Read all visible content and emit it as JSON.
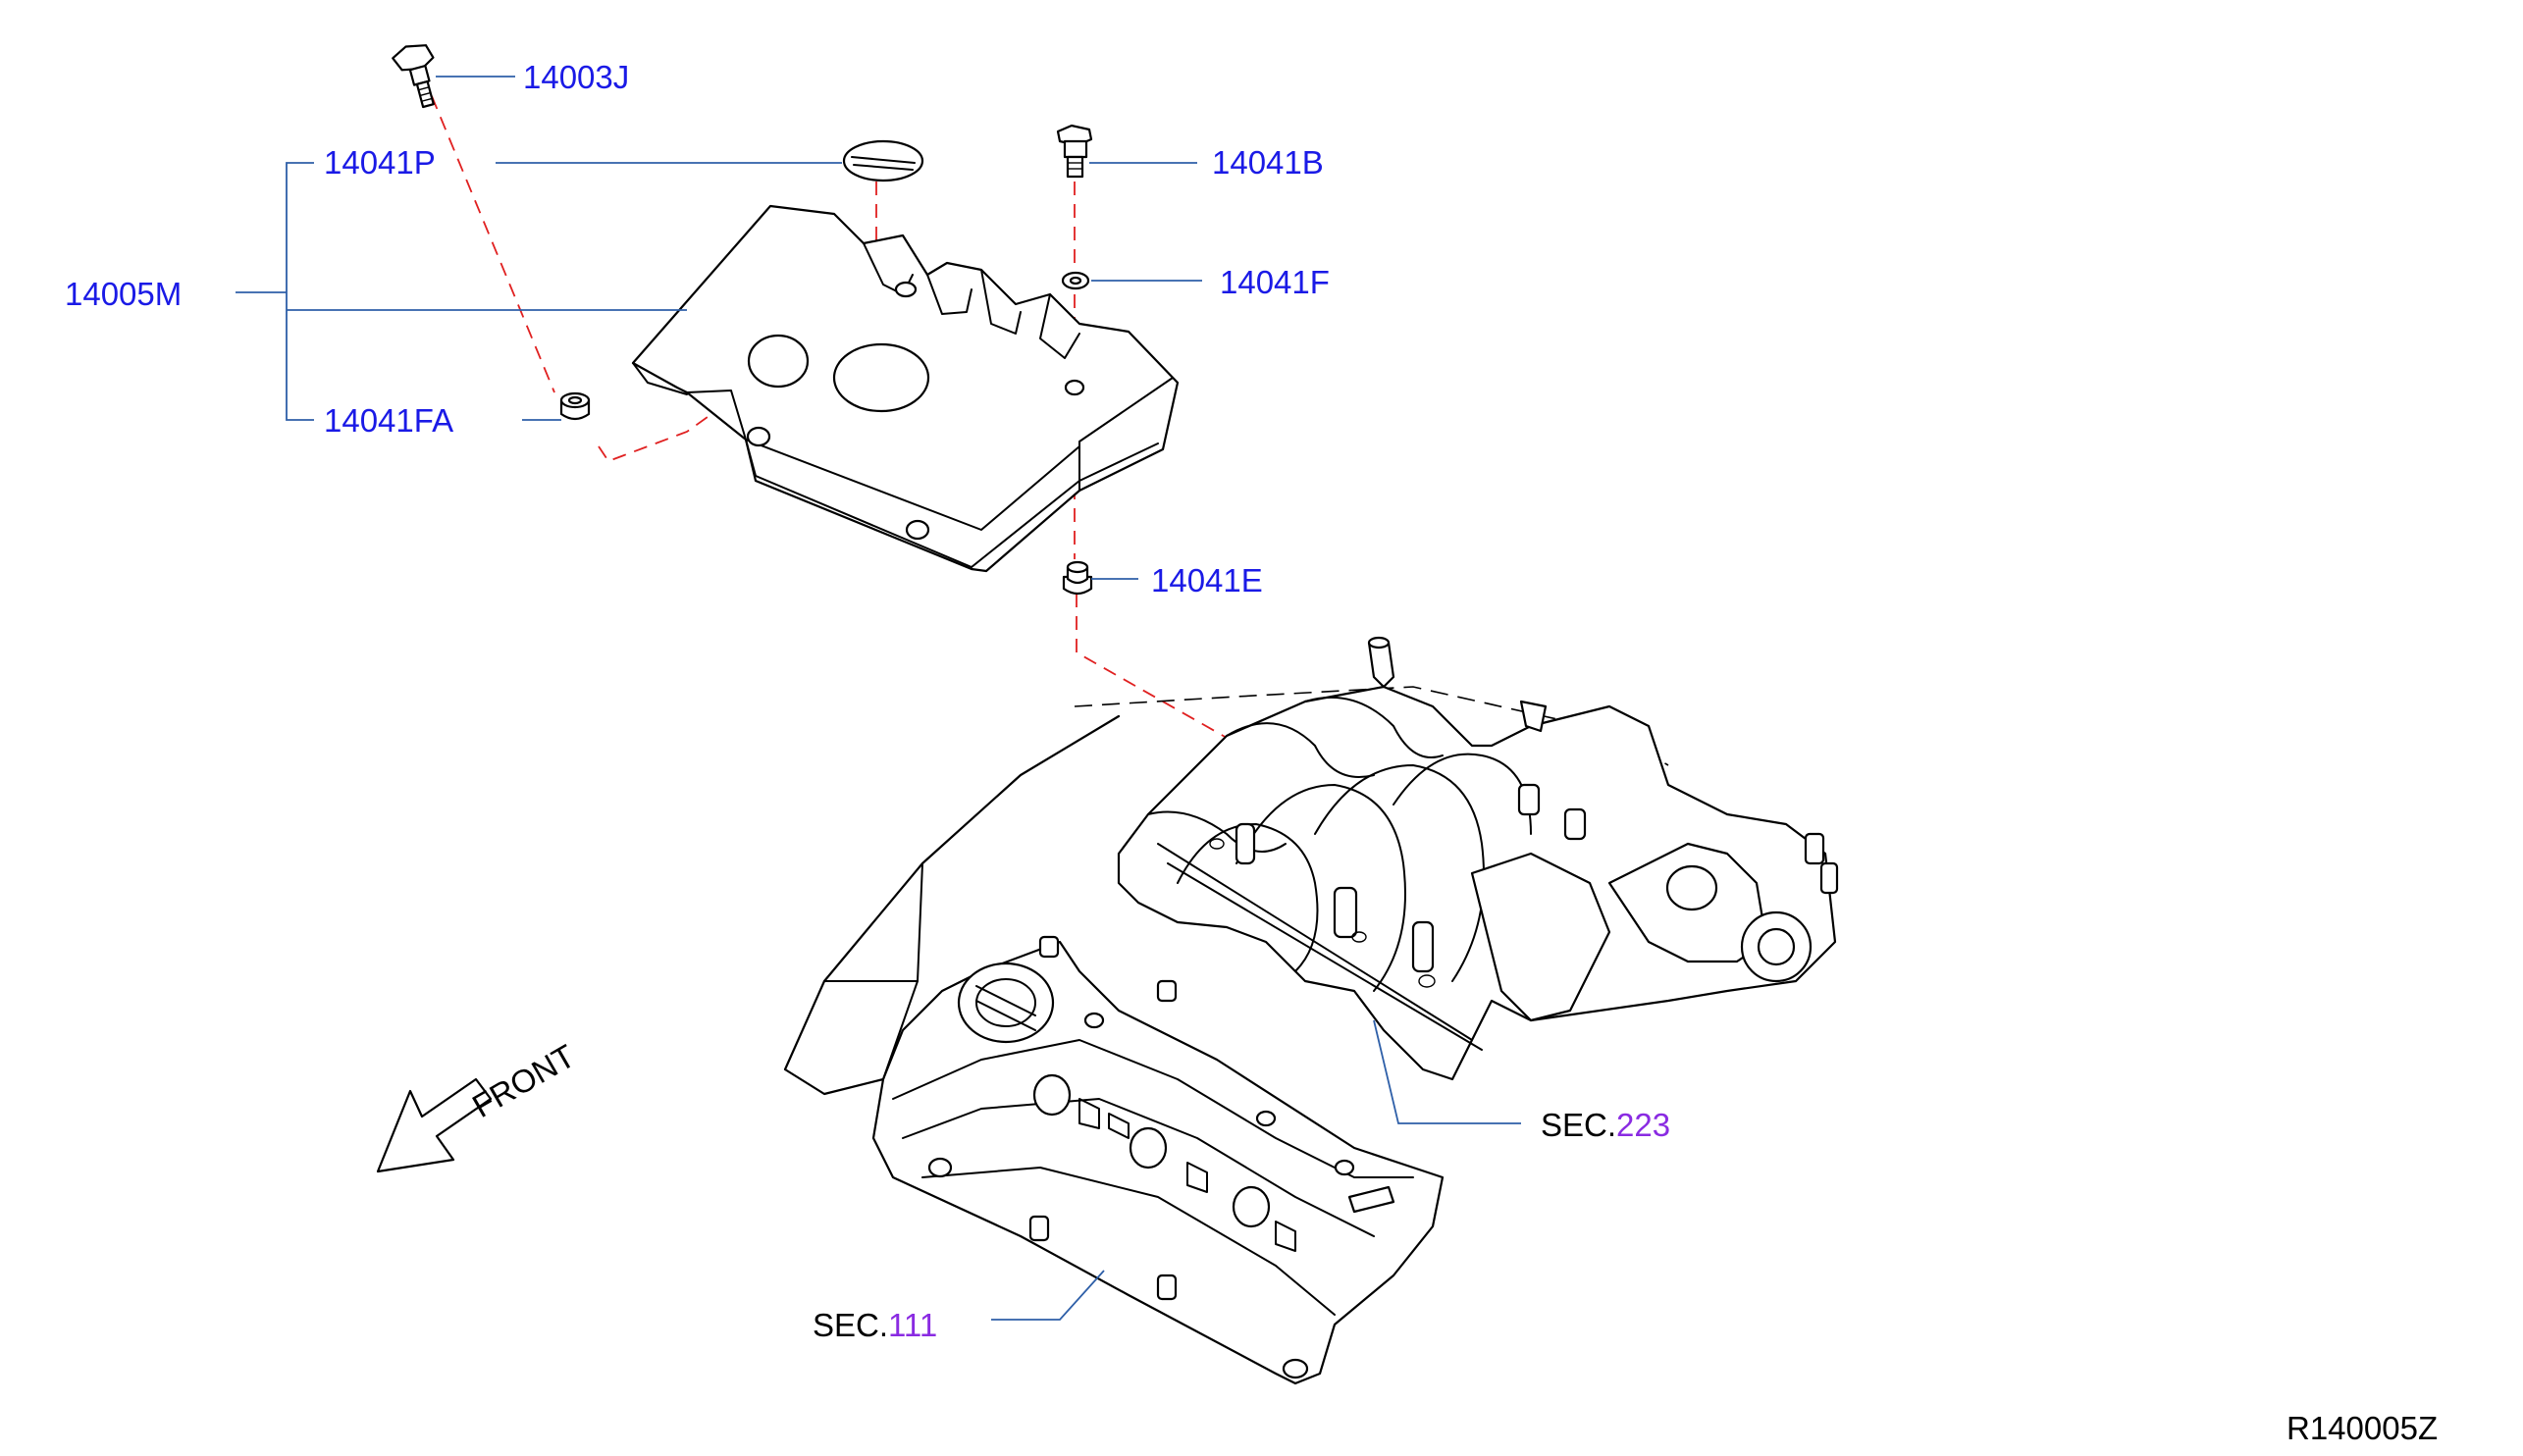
{
  "labels": {
    "p14003J": "14003J",
    "p14041P": "14041P",
    "p14041B": "14041B",
    "p14041F": "14041F",
    "p14005M": "14005M",
    "p14041FA": "14041FA",
    "p14041E": "14041E",
    "sec223_prefix": "SEC.",
    "sec223_num": "223",
    "sec111_prefix": "SEC.",
    "sec111_num": "111",
    "front": "FRONT",
    "ref": "R140005Z"
  },
  "colors": {
    "part_number": "#1a1ae6",
    "section_number": "#8a2be2",
    "leader_line": "#2e5fa8",
    "dashed_line": "#e02020"
  },
  "icons": {
    "front_arrow": "front-arrow-icon"
  }
}
